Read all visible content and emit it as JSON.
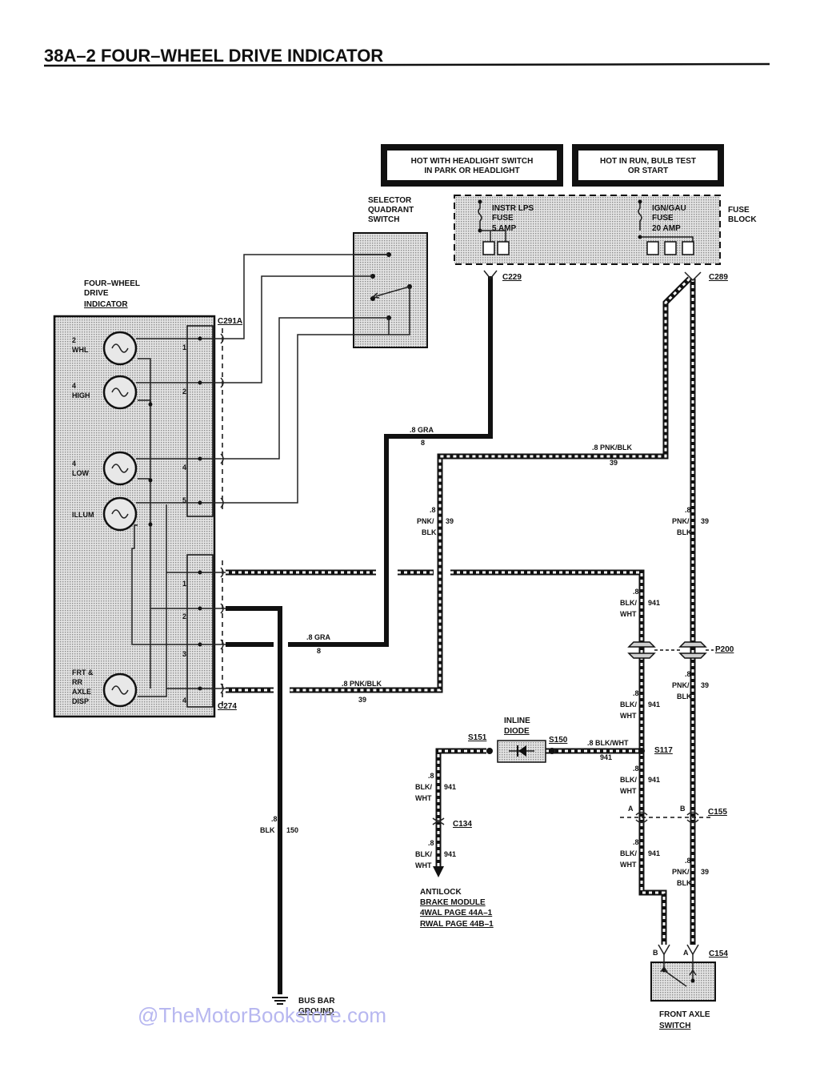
{
  "page": {
    "title": "38A–2  FOUR–WHEEL DRIVE INDICATOR",
    "watermark": "@TheMotorBookstore.com"
  },
  "hot_boxes": {
    "headlight": [
      "HOT WITH HEADLIGHT SWITCH",
      "IN PARK OR HEADLIGHT"
    ],
    "run": [
      "HOT IN RUN, BULB TEST",
      "OR START"
    ]
  },
  "fuse_block": {
    "label": [
      "FUSE",
      "BLOCK"
    ],
    "fuse1": [
      "INSTR LPS",
      "FUSE",
      "5 AMP"
    ],
    "fuse2": [
      "IGN/GAU",
      "FUSE",
      "20 AMP"
    ]
  },
  "selector": {
    "label": [
      "SELECTOR",
      "QUADRANT",
      "SWITCH"
    ]
  },
  "indicator": {
    "label": [
      "FOUR–WHEEL",
      "DRIVE",
      "INDICATOR"
    ],
    "lamps": [
      [
        "2",
        "WHL"
      ],
      [
        "4",
        "HIGH"
      ],
      [
        "4",
        "LOW"
      ],
      [
        "ILLUM"
      ],
      [
        "FRT &",
        "RR",
        "AXLE",
        "DISP"
      ]
    ],
    "pins_top": [
      "1",
      "2",
      "4",
      "5"
    ],
    "pins_bottom": [
      "1",
      "2",
      "3",
      "4"
    ]
  },
  "connectors": {
    "c291a": "C291A",
    "c274": "C274",
    "c229": "C229",
    "c289": "C289",
    "p200": "P200",
    "s117": "S117",
    "s151": "S151",
    "s150": "S150",
    "c155": "C155",
    "c134": "C134",
    "c154": "C154"
  },
  "wires": {
    "gra_size": ".8 GRA",
    "gra_circuit": "8",
    "pnk_size": ".8 PNK/BLK",
    "pnk_circuit": "39",
    "pnk_vert": [
      ".8",
      "PNK/",
      "BLK"
    ],
    "blkwht_vert": [
      ".8",
      "BLK/",
      "WHT"
    ],
    "blkwht_circuit": "941",
    "blkwht_size": ".8 BLK/WHT",
    "blk_vert": [
      ".8",
      "BLK"
    ],
    "blk_circuit": "150"
  },
  "components": {
    "diode": [
      "INLINE",
      "DIODE"
    ],
    "abs": [
      "ANTILOCK",
      "BRAKE MODULE",
      "4WAL PAGE 44A–1",
      "RWAL PAGE 44B–1"
    ],
    "ground": [
      "BUS BAR",
      "GROUND"
    ],
    "axle_switch": [
      "FRONT AXLE",
      "SWITCH"
    ],
    "pin_a": "A",
    "pin_b": "B"
  },
  "colors": {
    "ink": "#111111",
    "shade": "#cfcfcf",
    "watermark": "#b7b7f0"
  }
}
